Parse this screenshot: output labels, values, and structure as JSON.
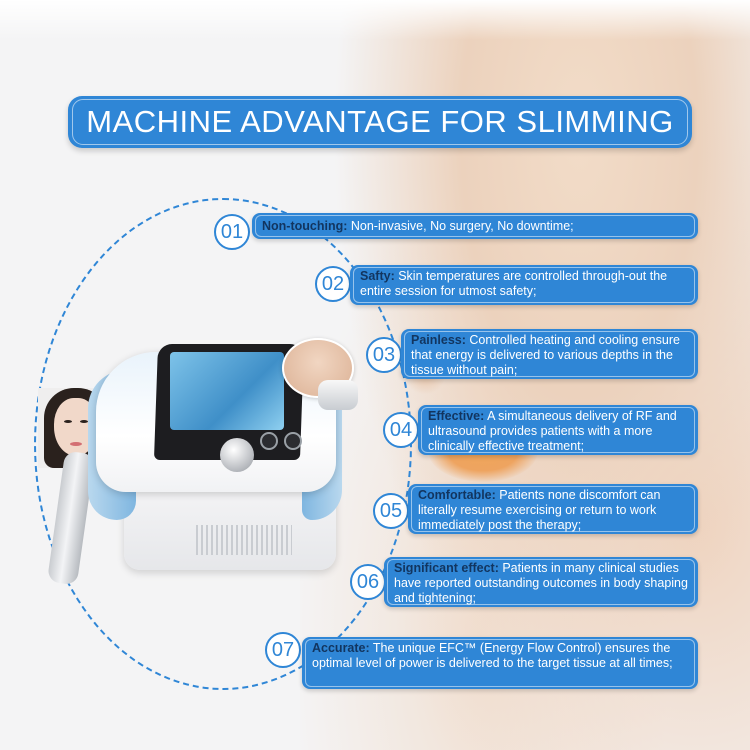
{
  "title": "MACHINE ADVANTAGE FOR SLIMMING",
  "items": [
    {
      "num": "01",
      "label": "Non-touching:",
      "text": " Non-invasive, No surgery, No downtime;"
    },
    {
      "num": "02",
      "label": "Safty:",
      "text": " Skin temperatures are controlled through-out the entire session for utmost safety;"
    },
    {
      "num": "03",
      "label": "Painless:",
      "text": " Controlled heating and cooling ensure that energy is delivered to various depths in the tissue without pain;"
    },
    {
      "num": "04",
      "label": "Effective:",
      "text": " A simultaneous delivery of RF and ultrasound provides patients with a more clinically effective treatment;"
    },
    {
      "num": "05",
      "label": "Comfortable:",
      "text": " Patients none discomfort can literally resume exercising or return to work immediately post the therapy;"
    },
    {
      "num": "06",
      "label": "Significant effect:",
      "text": " Patients in many clinical studies have reported outstanding outcomes in body shaping and tightening;"
    },
    {
      "num": "07",
      "label": "Accurate:",
      "text": " The unique EFC™ (Energy Flow Control) ensures the optimal level of power is delivered to the target tissue at  all times;"
    }
  ],
  "colors": {
    "accent": "#2f86d6",
    "label": "#12355f"
  }
}
